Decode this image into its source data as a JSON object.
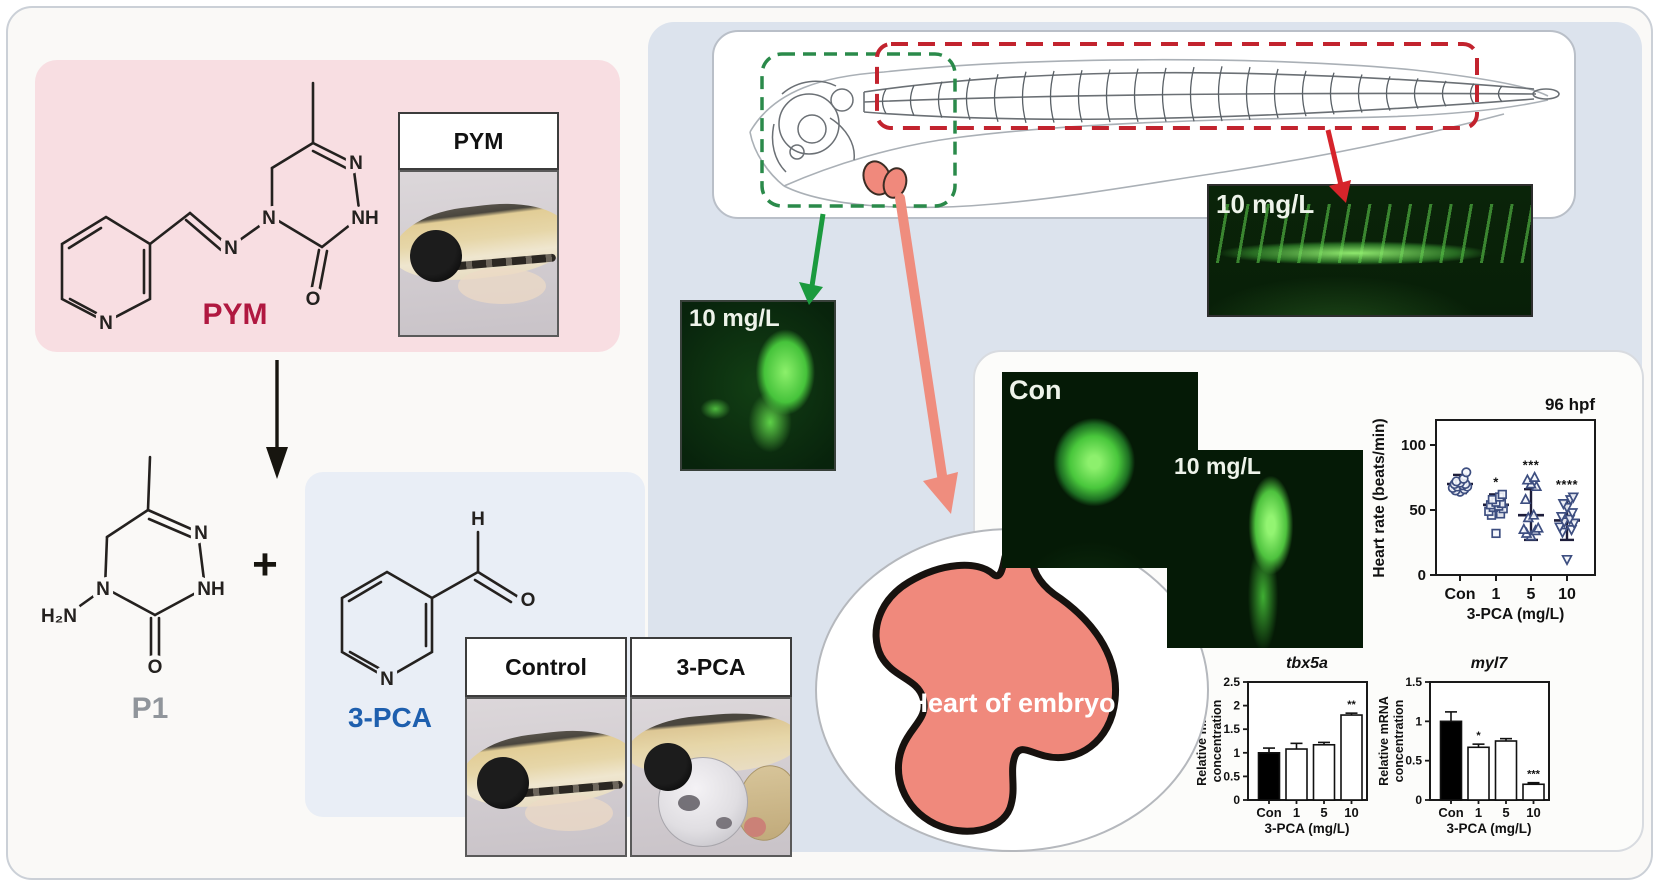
{
  "colors": {
    "panel_pink": "#f8dee2",
    "panel_blue": "#dce3ed",
    "panel_lightblue": "#e9eef6",
    "pym_label_red": "#b01840",
    "pca_label_blue": "#1e5fae",
    "p1_label_gray": "#90959b",
    "green_roi_box": "#2a8a4a",
    "red_roi_box": "#c2232e",
    "green_arrow": "#1b9a3e",
    "red_arrow": "#d6242b",
    "salmon_arrow": "#ef8d7e",
    "heart_fill": "#f0897c",
    "fluor_green": "#4ec23e",
    "marker_navy": "#3d4e80"
  },
  "molecules": {
    "pym": {
      "name": "PYM",
      "atoms": {
        "pyridineN": "N",
        "imineN": "N",
        "ringN4": "N",
        "ringN1": "N",
        "ringNH": "NH",
        "ketoO": "O"
      }
    },
    "p1": {
      "name": "P1",
      "atoms": {
        "amino": "H₂N",
        "ringN4": "N",
        "ringN1": "N",
        "ringNH": "NH",
        "ketoO": "O"
      }
    },
    "pca": {
      "name": "3-PCA",
      "atoms": {
        "pyridineN": "N",
        "aldehydeH": "H",
        "aldehydeO": "O"
      }
    }
  },
  "reaction": {
    "plus_sign": "+"
  },
  "photo_panels": {
    "pym": "PYM",
    "control": "Control",
    "pca": "3-PCA"
  },
  "fluorescence_labels": {
    "head": "10 mg/L",
    "tail": "10 mg/L",
    "heart_control": "Con",
    "heart_treated": "10 mg/L"
  },
  "heart_circle": {
    "label": "Heart of embryo"
  },
  "chart_data": [
    {
      "type": "scatter",
      "title": "96 hpf",
      "ylabel": "Heart rate (beats/min)",
      "xlabel": "3-PCA (mg/L)",
      "categories": [
        "Con",
        "1",
        "5",
        "10"
      ],
      "ylim": [
        0,
        119
      ],
      "yticks": [
        0,
        50,
        100
      ],
      "markers": [
        "circle",
        "square",
        "triangle-up",
        "triangle-down"
      ],
      "legend_position": "none",
      "grid": false,
      "groups": [
        {
          "label": "Con",
          "mean": 70,
          "whisker_low": 63,
          "whisker_high": 77,
          "significance": "",
          "points": [
            64,
            65,
            66,
            67,
            68,
            68,
            69,
            70,
            70,
            71,
            72,
            74,
            79
          ]
        },
        {
          "label": "1",
          "mean": 54,
          "whisker_low": 46,
          "whisker_high": 62,
          "significance": "*",
          "points": [
            32,
            46,
            47,
            49,
            51,
            52,
            53,
            54,
            55,
            56,
            58,
            60,
            62
          ]
        },
        {
          "label": "5",
          "mean": 46,
          "whisker_low": 27,
          "whisker_high": 66,
          "significance": "***",
          "points": [
            30,
            32,
            34,
            35,
            36,
            44,
            46,
            58,
            68,
            70,
            73,
            75
          ]
        },
        {
          "label": "10",
          "mean": 42,
          "whisker_low": 27,
          "whisker_high": 57,
          "significance": "****",
          "points": [
            12,
            33,
            35,
            37,
            40,
            41,
            43,
            45,
            48,
            52,
            55,
            58,
            60
          ]
        }
      ]
    },
    {
      "type": "bar",
      "title": "tbx5a",
      "ylabel": "Relative mRNA concentration",
      "xlabel": "3-PCA (mg/L)",
      "categories": [
        "Con",
        "1",
        "5",
        "10"
      ],
      "values": [
        1.0,
        1.08,
        1.17,
        1.8
      ],
      "errors": [
        0.1,
        0.12,
        0.05,
        0.04
      ],
      "significance": [
        "",
        "",
        "",
        "**"
      ],
      "bar_colors": [
        "#000000",
        "#ffffff",
        "#ffffff",
        "#ffffff"
      ],
      "ylim": [
        0,
        2.5
      ],
      "yticks": [
        0,
        0.5,
        1,
        1.5,
        2,
        2.5
      ],
      "grid": false
    },
    {
      "type": "bar",
      "title": "myl7",
      "ylabel": "Relative mRNA concentration",
      "xlabel": "3-PCA (mg/L)",
      "categories": [
        "Con",
        "1",
        "5",
        "10"
      ],
      "values": [
        1.0,
        0.67,
        0.75,
        0.2
      ],
      "errors": [
        0.12,
        0.04,
        0.03,
        0.02
      ],
      "significance": [
        "",
        "*",
        "",
        "***"
      ],
      "bar_colors": [
        "#000000",
        "#ffffff",
        "#ffffff",
        "#ffffff"
      ],
      "ylim": [
        0,
        1.5
      ],
      "yticks": [
        0,
        0.5,
        1,
        1.5
      ],
      "grid": false
    }
  ]
}
